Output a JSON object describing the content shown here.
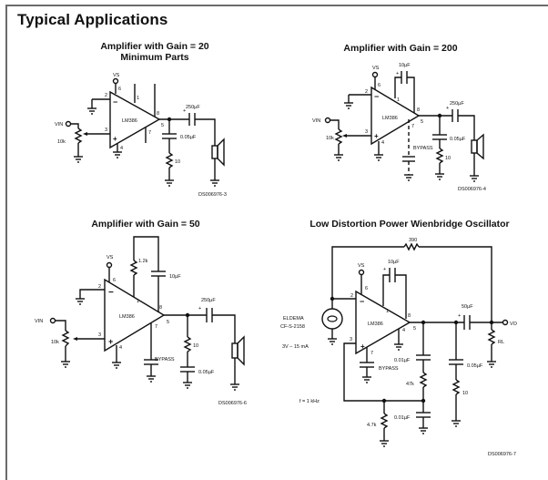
{
  "page": {
    "title": "Typical Applications"
  },
  "schematics": [
    {
      "title_line1": "Amplifier with Gain = 20",
      "title_line2": "Minimum Parts",
      "ic": "LM386",
      "supply": "VS",
      "input": "VIN",
      "pot": "10k",
      "pins": {
        "p1": "1",
        "p2": "2",
        "p3": "3",
        "p4": "4",
        "p5": "5",
        "p6": "6",
        "p7": "7",
        "p8": "8"
      },
      "output_cap": "250µF",
      "zobel_cap": "0.05µF",
      "zobel_res": "10",
      "ref": "DS006976-3"
    },
    {
      "title_line1": "Amplifier with Gain = 200",
      "ic": "LM386",
      "supply": "VS",
      "input": "VIN",
      "pot": "10k",
      "gain_cap": "10µF",
      "bypass": "BYPASS",
      "pins": {
        "p1": "1",
        "p2": "2",
        "p3": "3",
        "p4": "4",
        "p5": "5",
        "p6": "6",
        "p7": "7",
        "p8": "8"
      },
      "output_cap": "250µF",
      "zobel_cap": "0.05µF",
      "zobel_res": "10",
      "ref": "DS006976-4"
    },
    {
      "title_line1": "Amplifier with Gain = 50",
      "ic": "LM386",
      "supply": "VS",
      "input": "VIN",
      "pot": "10k",
      "gain_res": "1.2k",
      "gain_cap": "10µF",
      "bypass": "BYPASS",
      "pins": {
        "p1": "1",
        "p2": "2",
        "p3": "3",
        "p4": "4",
        "p5": "5",
        "p6": "6",
        "p7": "7",
        "p8": "8"
      },
      "output_cap": "250µF",
      "zobel_cap": "0.05µF",
      "zobel_res": "10",
      "ref": "DS006976-6"
    },
    {
      "title_line1": "Low Distortion Power Wienbridge Oscillator",
      "ic": "LM386",
      "supply": "VS",
      "feedback_res": "390",
      "gain_cap": "10µF",
      "lamp_line1": "ELDEMA",
      "lamp_line2": "CF-S-2158",
      "lamp_rating": "3V – 15 mA",
      "bypass": "BYPASS",
      "pins": {
        "p2": "2",
        "p3": "3",
        "p4": "4",
        "p5": "5",
        "p6": "6",
        "p7": "7",
        "p8": "8",
        "p1": "1"
      },
      "output_cap": "50µF",
      "output": "VO",
      "load": "RL",
      "series_cap": "0.01µF",
      "series_res": "47k",
      "shunt_res": "4.7k",
      "shunt_cap": "0.01µF",
      "zobel_cap": "0.05µF",
      "zobel_res": "10",
      "frequency": "f = 1 kHz",
      "ref": "DS006976-7"
    }
  ]
}
